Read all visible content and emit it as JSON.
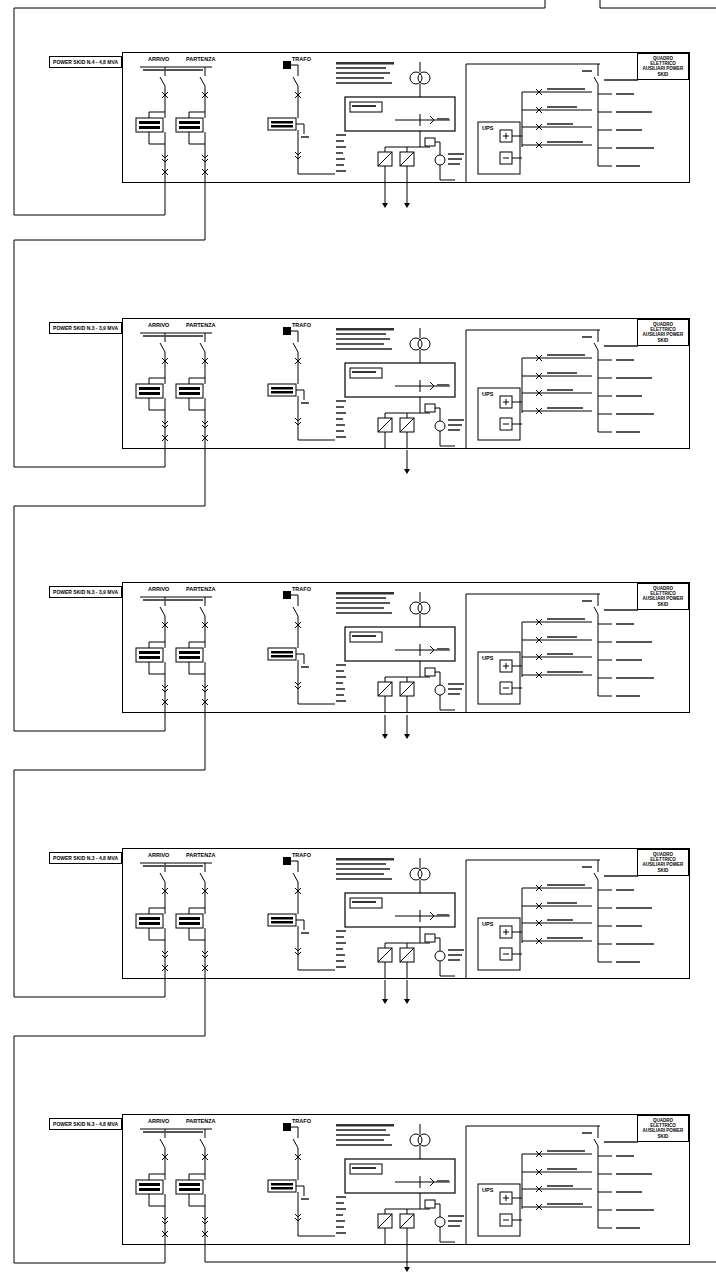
{
  "diagram": {
    "nodes": [
      {
        "text": [
          "POWER SKID N.4 - 4,8 MVA"
        ]
      },
      {
        "text": [
          "QUADRO ELETTRICO AUSILIARI POWER SKID"
        ],
        "in": 0
      },
      {
        "text": [
          "POWER SKID N.3 - 3,9 MVA"
        ]
      },
      {
        "text": [
          "QUADRO ELETTRICO AUSILIARI POWER SKID"
        ],
        "in": 2
      },
      {
        "text": [
          "POWER SKID N.3 - 3,9 MVA"
        ]
      },
      {
        "text": [
          "QUADRO ELETTRICO AUSILIARI POWER SKID"
        ],
        "in": 4
      },
      {
        "text": [
          "POWER SKID N.3 - 4,8 MVA"
        ]
      },
      {
        "text": [
          "QUADRO ELETTRICO AUSILIARI POWER SKID"
        ],
        "in": 6
      },
      {
        "text": [
          "POWER SKID N.3 - 4,8 MVA"
        ]
      },
      {
        "text": [
          "QUADRO ELETTRICO AUSILIARI POWER SKID"
        ],
        "in": 8
      }
    ],
    "edges": [
      {
        "from": 0,
        "to": 2,
        "arrow": "none"
      },
      {
        "from": 2,
        "to": 4,
        "arrow": "none"
      },
      {
        "from": 4,
        "to": 6,
        "arrow": "none"
      },
      {
        "from": 6,
        "to": 8,
        "arrow": "none"
      }
    ],
    "labels": [
      "ARRIVO",
      "PARTENZA",
      "TRAFO",
      "UPS",
      "ARRIVO",
      "PARTENZA",
      "TRAFO",
      "UPS",
      "ARRIVO",
      "PARTENZA",
      "TRAFO",
      "UPS",
      "ARRIVO",
      "PARTENZA",
      "TRAFO",
      "UPS",
      "ARRIVO",
      "PARTENZA",
      "TRAFO",
      "UPS"
    ]
  }
}
